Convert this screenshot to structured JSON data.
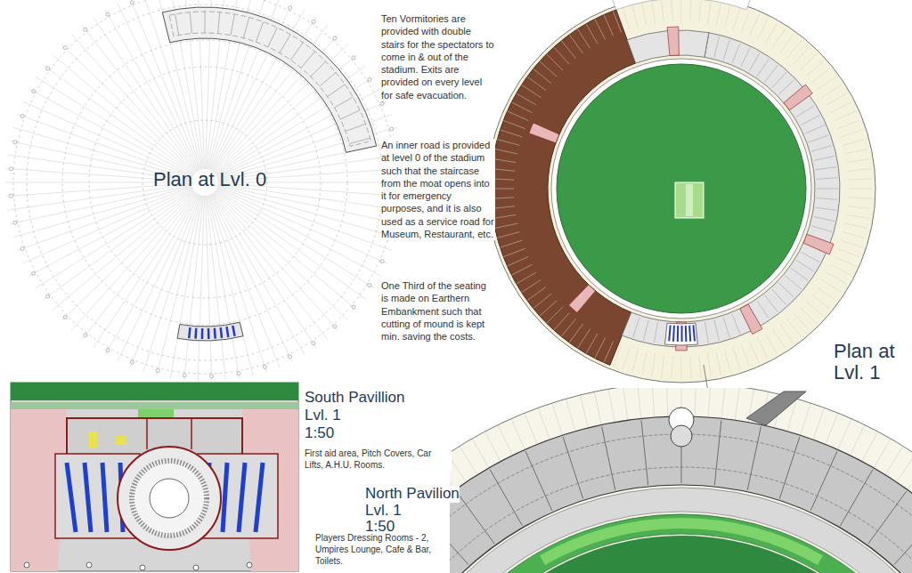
{
  "diagram": {
    "labels": [
      "Plan at Lvl. 0",
      "Ten Vormitories are provided with double stairs for the spectators to come in & out of the stadium. Exits are provided on every level for safe evacuation.",
      "An inner road is provided at level 0 of the stadium such that the staircase from the moat opens into it for emergency purposes, and it is also used as a service road for Museum, Restaurant, etc.",
      "One Third of the seating is made on Earthern Embankment such that cutting of mound is kept min. saving the costs.",
      "Plan at Lvl. 1",
      "South Pavillion",
      "Lvl. 1",
      "1:50",
      "First aid area, Pitch Covers, Car Lifts, A.H.U. Rooms.",
      "North Pavilion",
      "Lvl. 1",
      "1:50",
      "Players Dressing Rooms - 2, Umpires Lounge, Cafe & Bar, Toilets."
    ]
  }
}
